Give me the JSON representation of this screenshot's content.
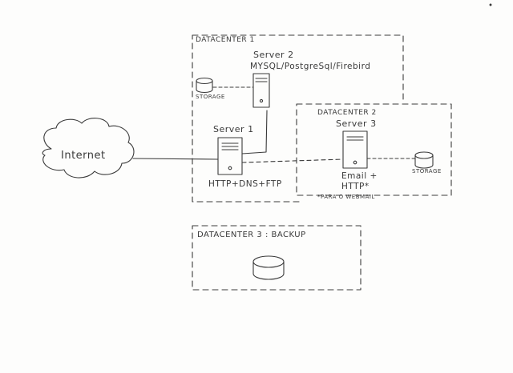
{
  "labels": {
    "datacenter1": "DATACENTER 1",
    "datacenter2": "DATACENTER 2",
    "datacenter3": "DATACENTER 3 : BACKUP",
    "server2_name": "Server 2",
    "server2_role": "MYSQL/PostgreSql/Firebird",
    "storage_dc1": "STORAGE",
    "server1_name": "Server 1",
    "server1_role": "HTTP+DNS+FTP",
    "server3_name": "Server 3",
    "server3_role_line1": "Email +",
    "server3_role_line2": "HTTP*",
    "server3_note": "*PARA O WEBMAIL",
    "storage_dc2": "STORAGE",
    "internet": "Internet"
  },
  "colors": {
    "ink": "#3a3a3a",
    "paper": "#fdfdfc"
  }
}
